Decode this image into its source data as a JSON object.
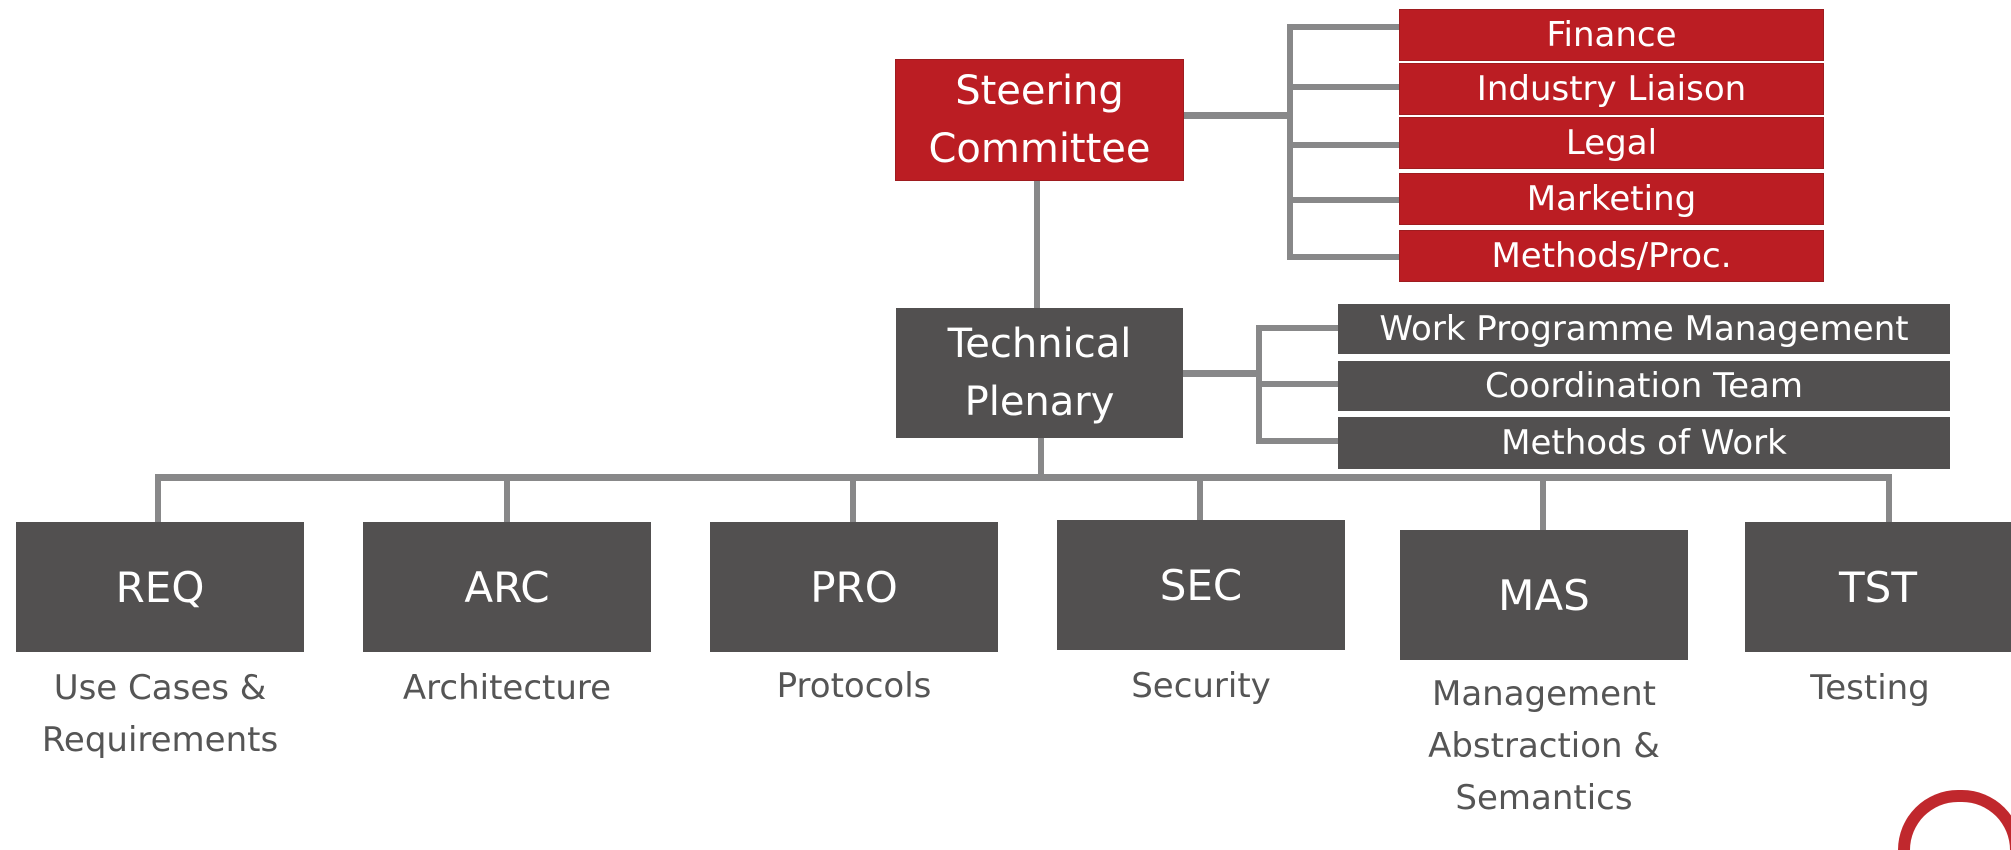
{
  "steering": {
    "label": "Steering\nCommittee"
  },
  "steering_groups": [
    "Finance",
    "Industry Liaison",
    "Legal",
    "Marketing",
    "Methods/Proc."
  ],
  "technical": {
    "label": "Technical\nPlenary"
  },
  "technical_groups": [
    "Work Programme Management",
    "Coordination Team",
    "Methods of Work"
  ],
  "working_groups": [
    {
      "code": "REQ",
      "desc": "Use Cases &\nRequirements"
    },
    {
      "code": "ARC",
      "desc": "Architecture"
    },
    {
      "code": "PRO",
      "desc": "Protocols"
    },
    {
      "code": "SEC",
      "desc": "Security"
    },
    {
      "code": "MAS",
      "desc": "Management\nAbstraction &\nSemantics"
    },
    {
      "code": "TST",
      "desc": "Testing"
    }
  ],
  "colors": {
    "red": "#bb1d23",
    "dark": "#525050",
    "connector": "#888889"
  }
}
